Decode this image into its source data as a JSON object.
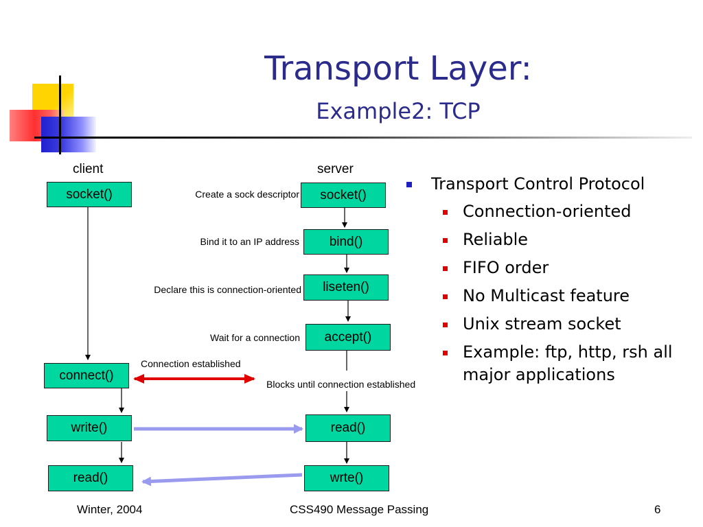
{
  "slide": {
    "title": "Transport Layer:",
    "subtitle": "Example2: TCP"
  },
  "diagram": {
    "client_label": "client",
    "server_label": "server",
    "client_boxes": {
      "socket": "socket()",
      "connect": "connect()",
      "write": "write()",
      "read": "read()"
    },
    "server_boxes": {
      "socket": "socket()",
      "bind": "bind()",
      "listen": "liseten()",
      "accept": "accept()",
      "read": "read()",
      "write": "wrte()"
    },
    "notes": {
      "socket": "Create a sock descriptor",
      "bind": "Bind it to an IP address",
      "listen": "Declare this is connection-oriented",
      "accept": "Wait for a connection",
      "established": "Connection established",
      "blocks": "Blocks until connection established"
    },
    "colors": {
      "box_fill": "#00d6a0",
      "connection_arrow": "#e00000",
      "data_arrow": "#9a9aee"
    }
  },
  "bullets": {
    "main": "Transport Control Protocol",
    "sub": [
      "Connection-oriented",
      "Reliable",
      "FIFO order",
      "No Multicast feature",
      "Unix stream socket",
      "Example: ftp, http, rsh all major applications"
    ]
  },
  "footer": {
    "left": "Winter, 2004",
    "center": "CSS490 Message Passing",
    "page": "6"
  }
}
